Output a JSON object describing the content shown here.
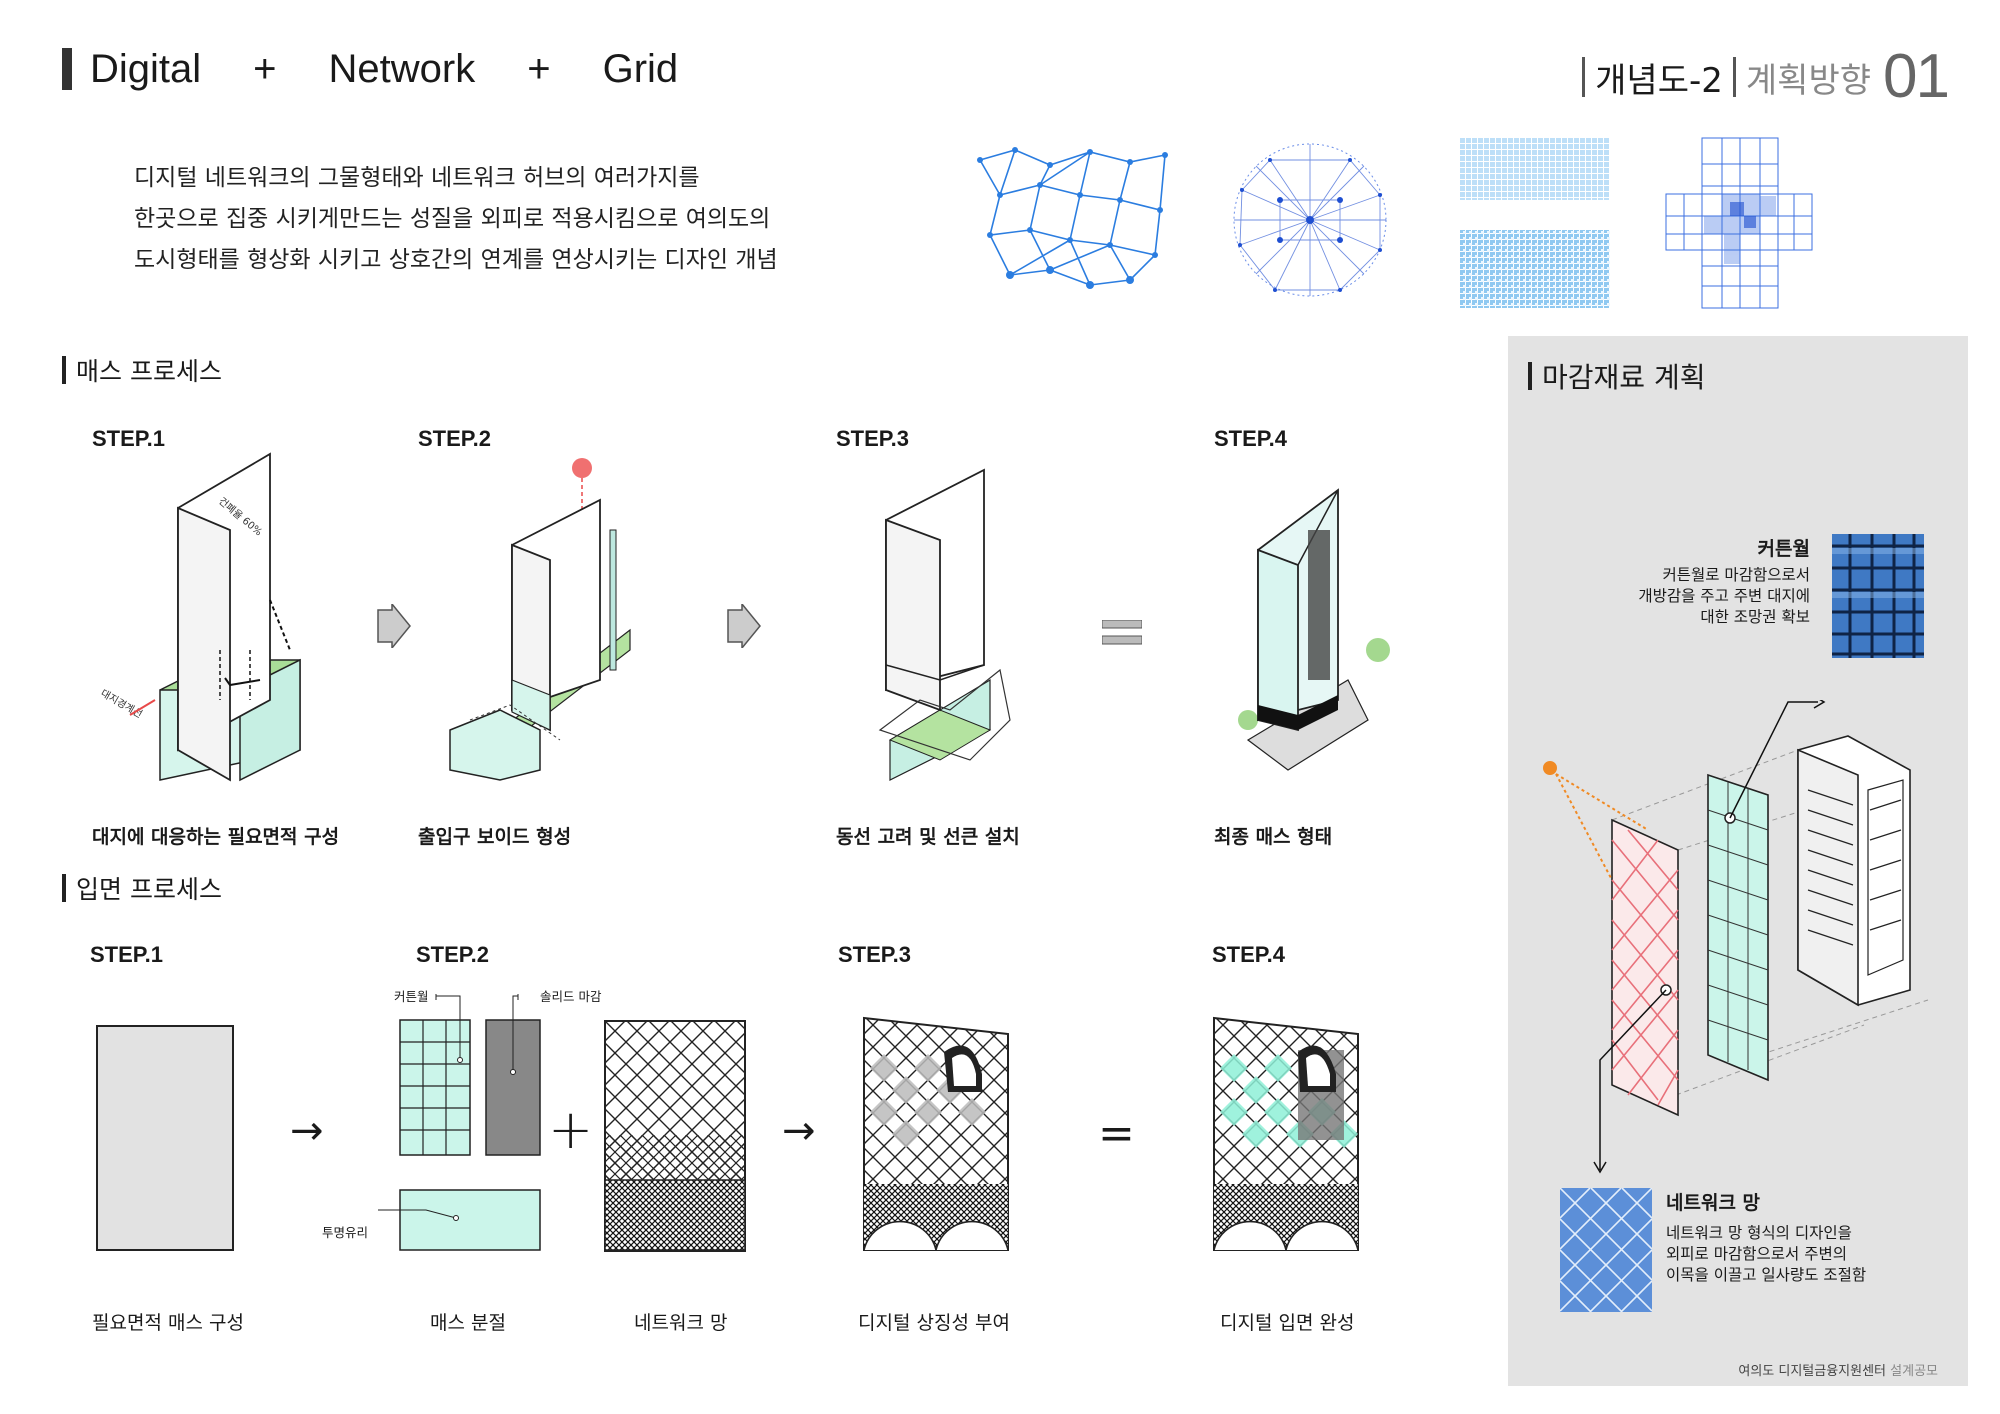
{
  "header": {
    "words": [
      "Digital",
      "Network",
      "Grid"
    ],
    "plus": "+",
    "right_label_1": "개념도-2",
    "right_label_2": "계획방향",
    "right_number": "01"
  },
  "intro": {
    "lines": [
      "디지털 네트워크의 그물형태와 네트워크 허브의 여러가지를",
      "한곳으로 집중 시키게만드는 성질을 외피로 적용시킴으로 여의도의",
      "도시형태를 형상화 시키고 상호간의 연계를 연상시키는 디자인 개념"
    ]
  },
  "mass_process": {
    "title": "매스 프로세스",
    "steps": [
      {
        "label": "STEP.1",
        "caption": "대지에 대응하는 필요면적 구성",
        "note_top": "건폐율 60%",
        "note_side": "대지경계선"
      },
      {
        "label": "STEP.2",
        "caption": "출입구 보이드 형성"
      },
      {
        "label": "STEP.3",
        "caption": "동선 고려 및 선큰 설치"
      },
      {
        "label": "STEP.4",
        "caption": "최종 매스 형태"
      }
    ]
  },
  "facade_process": {
    "title": "입면 프로세스",
    "steps": [
      {
        "label": "STEP.1",
        "caption": "필요면적 매스 구성"
      },
      {
        "label": "STEP.2",
        "caption": "매스 분절",
        "callouts": [
          "커튼월",
          "솔리드 마감",
          "투명유리"
        ]
      },
      {
        "label": "",
        "caption": "네트워크 망"
      },
      {
        "label": "STEP.3",
        "caption": "디지털 상징성 부여"
      },
      {
        "label": "STEP.4",
        "caption": "디지털 입면 완성"
      }
    ],
    "operators": [
      "→",
      "+",
      "→",
      "="
    ]
  },
  "finishing_plan": {
    "title": "마감재료 계획",
    "curtain_wall": {
      "title": "커튼월",
      "lines": [
        "커튼월로 마감함으로서",
        "개방감을 주고 주변 대지에",
        "대한 조망권 확보"
      ]
    },
    "network_mesh": {
      "title": "네트워크 망",
      "lines": [
        "네트워크 망 형식의 디자인을",
        "외피로 마감함으로서 주변의",
        "이목을 이끌고 일사량도 조절함"
      ]
    }
  },
  "footer": {
    "project": "여의도 디지털금융지원센터",
    "type": "설계공모"
  },
  "colors": {
    "network_blue": "#2b7de0",
    "mint": "#cbf5ea",
    "green": "#b4e3a0",
    "red_mesh": "#e8707a",
    "panel_bg": "#e3e3e3"
  }
}
